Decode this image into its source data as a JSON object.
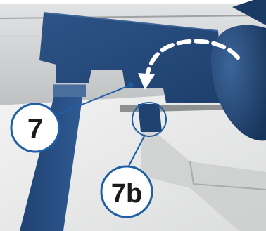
{
  "figure": {
    "frame_color": "#b0b2b4",
    "panel_color": "#244a7a",
    "callout_ring_color": "#1f5fa6",
    "arrow_color": "#ffffff"
  },
  "callouts": [
    {
      "id": "7",
      "label": "7"
    },
    {
      "id": "7b",
      "label": "7b"
    }
  ],
  "arrow": {
    "icon": "curved-dashed-arrow",
    "direction": "counter-clockwise"
  }
}
